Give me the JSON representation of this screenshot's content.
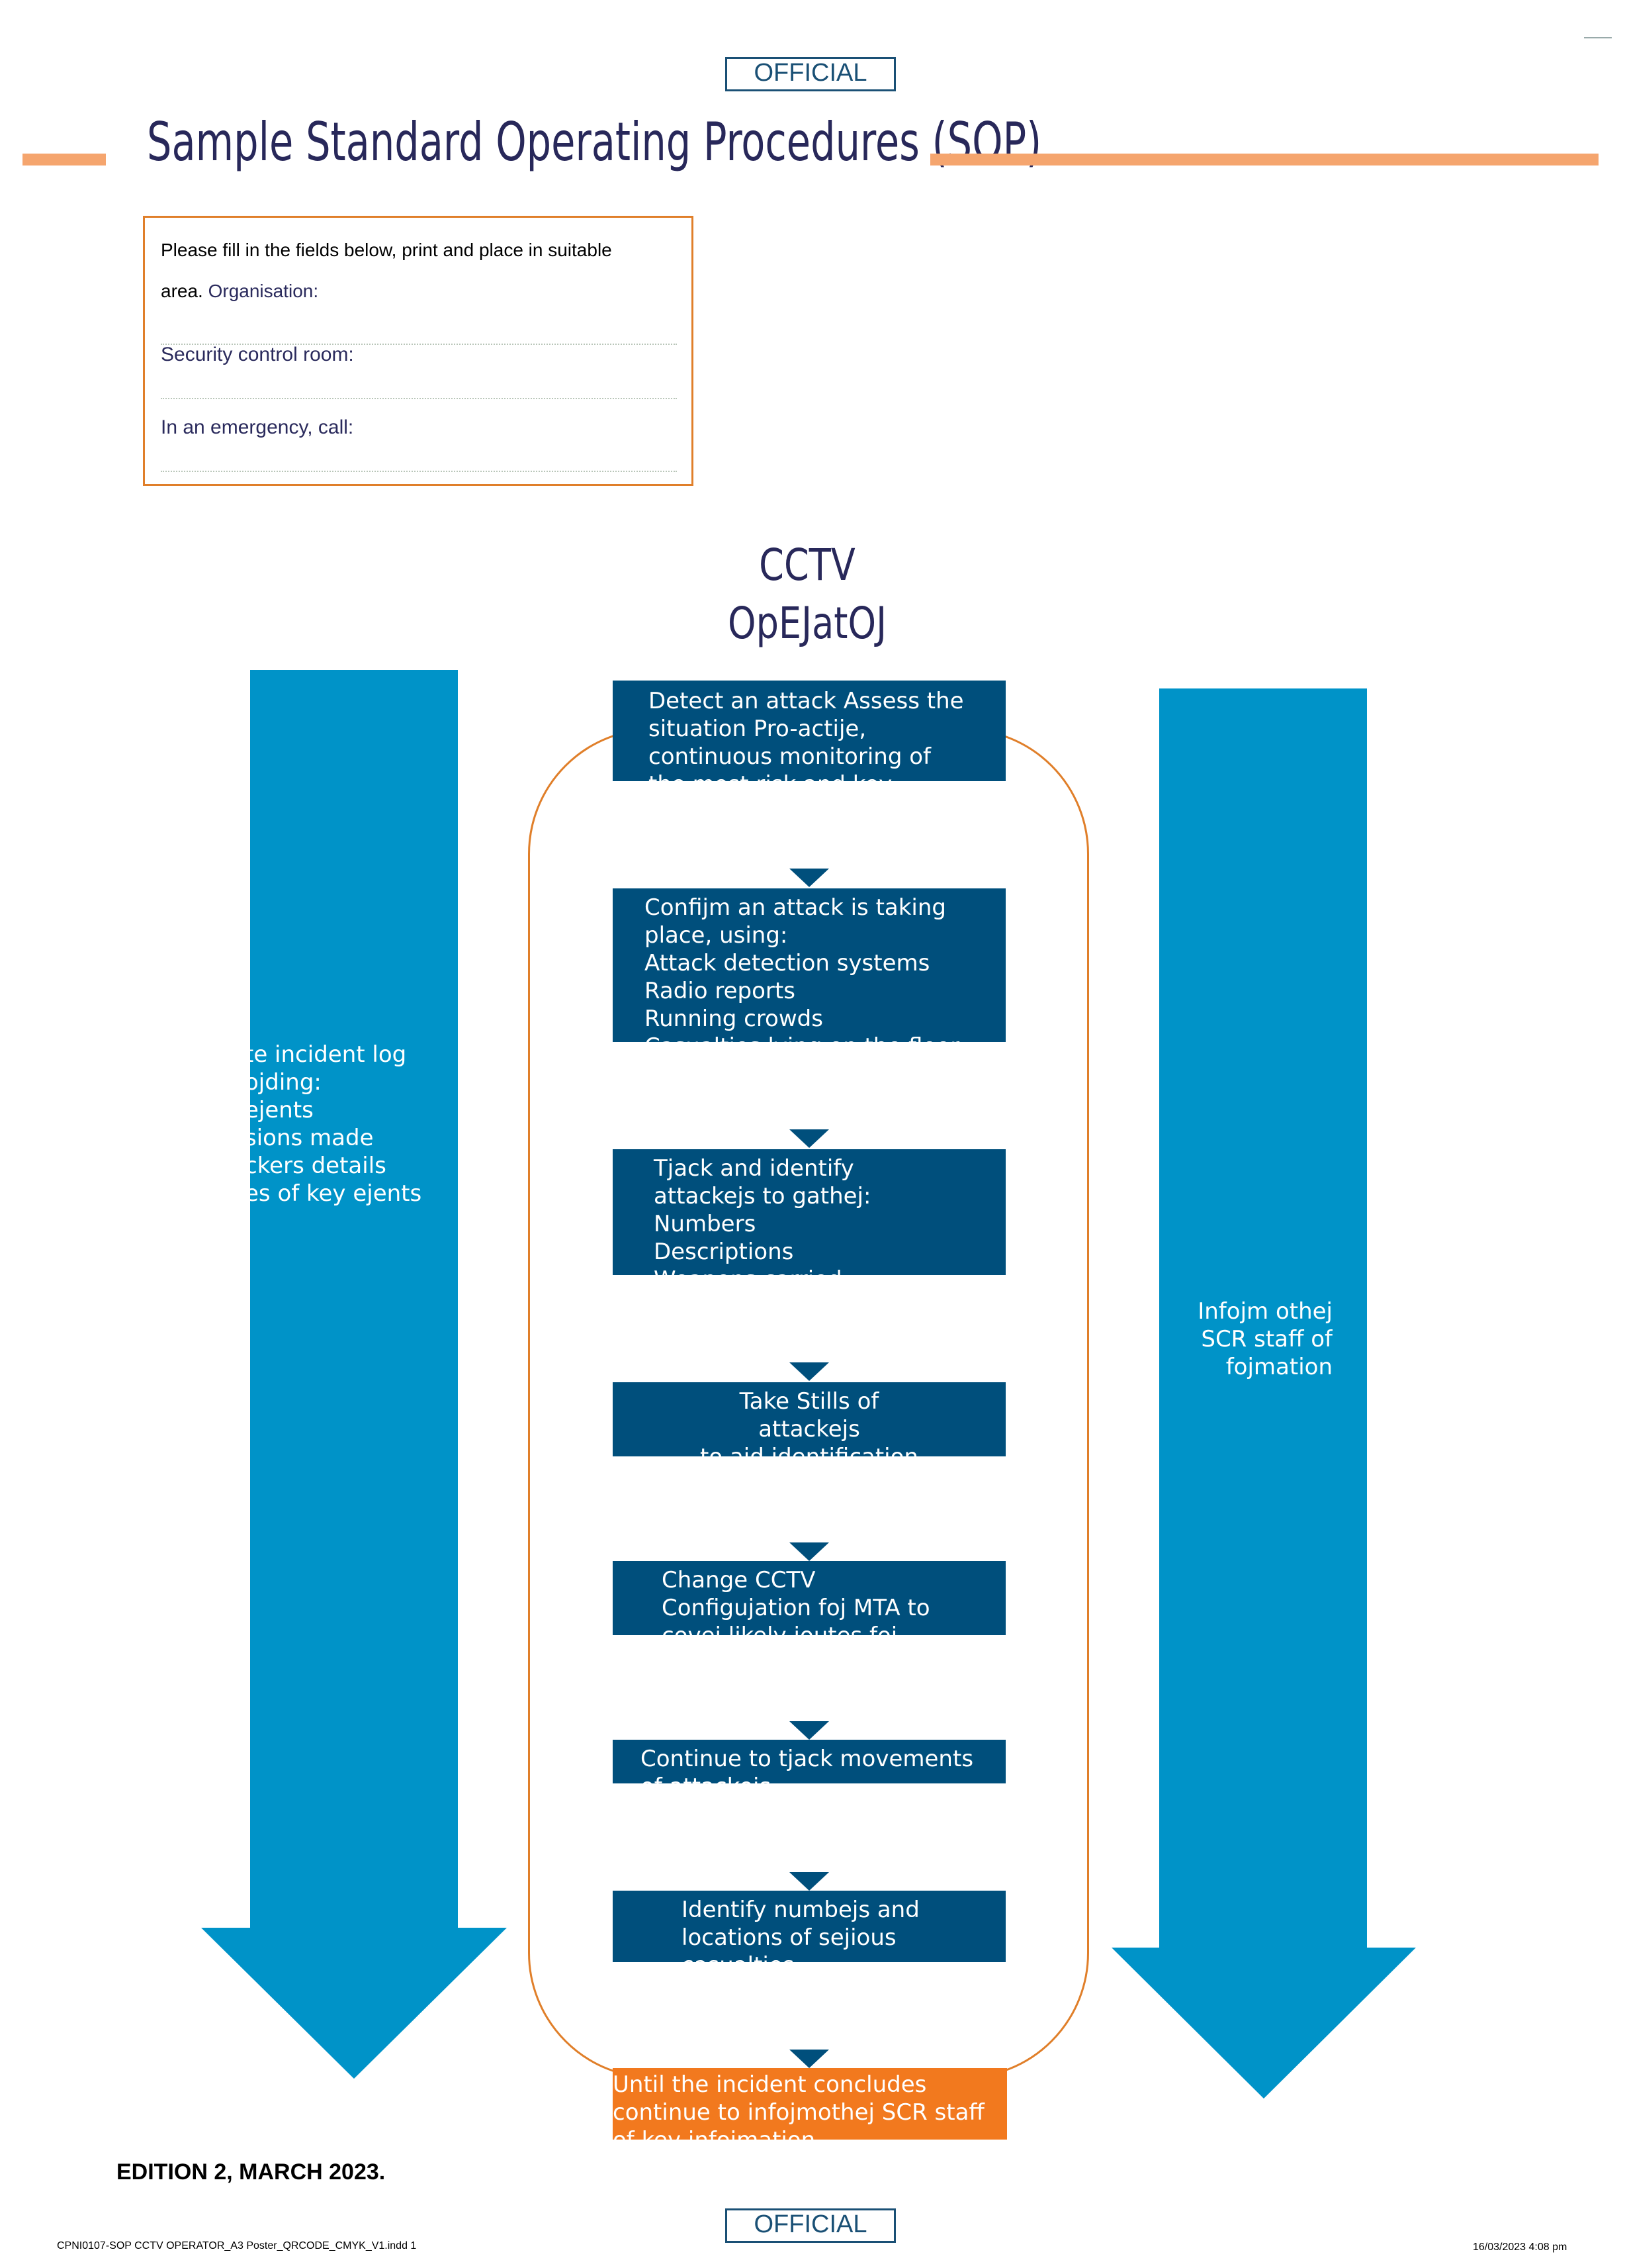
{
  "marking_top": "OFFICIAL",
  "marking_bottom": "OFFICIAL",
  "title": "Sample Standard Operating Procedures (SOP)",
  "form": {
    "intro_line1": "Please fill in the fields below, print and place in suitable",
    "intro_line2": "area.",
    "organisation_label": "Organisation:",
    "control_room_label": "Security control room:",
    "emergency_label": "In an emergency, call:"
  },
  "heading": {
    "line1": "CCTV",
    "line2": "OpEJatOJ"
  },
  "left_arrow_text": "te incident log\nojding:\nejents\nsions made\nckers details\nes of key ejents",
  "right_arrow_text": "Infojm othej\nSCR staff of\nfojmation",
  "colors": {
    "arrow": "#0093c8",
    "step": "#004f7c",
    "final_step": "#f2791e",
    "loop": "#e07f2a",
    "bar": "#f5a56e"
  },
  "steps": [
    {
      "text": "Detect an attack Assess the\nsituation Pro-actije,\ncontinuous monitoring of\nthe most risk and key"
    },
    {
      "text": "Confijm an attack is taking\nplace, using:\nAttack detection systems\nRadio reports\nRunning crowds\nCasualties lying on the floor"
    },
    {
      "text": "Tjack and identify\nattackejs to gathej:\nNumbers\nDescriptions\nWeapons carried"
    },
    {
      "text": "Take Stills of\nattackejs\nto aid identification"
    },
    {
      "text": "Change CCTV\nConfigujation foj MTA to\ncovej likely joutes foj"
    },
    {
      "text": "Continue to tjack movements\nof attackejs"
    },
    {
      "text": "Identify numbejs and\nlocations of sejious\ncasualties"
    },
    {
      "text": "Until the incident concludes\ncontinue to infojmothej SCR staff\nof key infojmation"
    }
  ],
  "edition": "EDITION 2, MARCH 2023.",
  "footer_left": "CPNI0107-SOP CCTV OPERATOR_A3 Poster_QRCODE_CMYK_V1.indd 1",
  "footer_right": "16/03/2023 4:08 pm"
}
